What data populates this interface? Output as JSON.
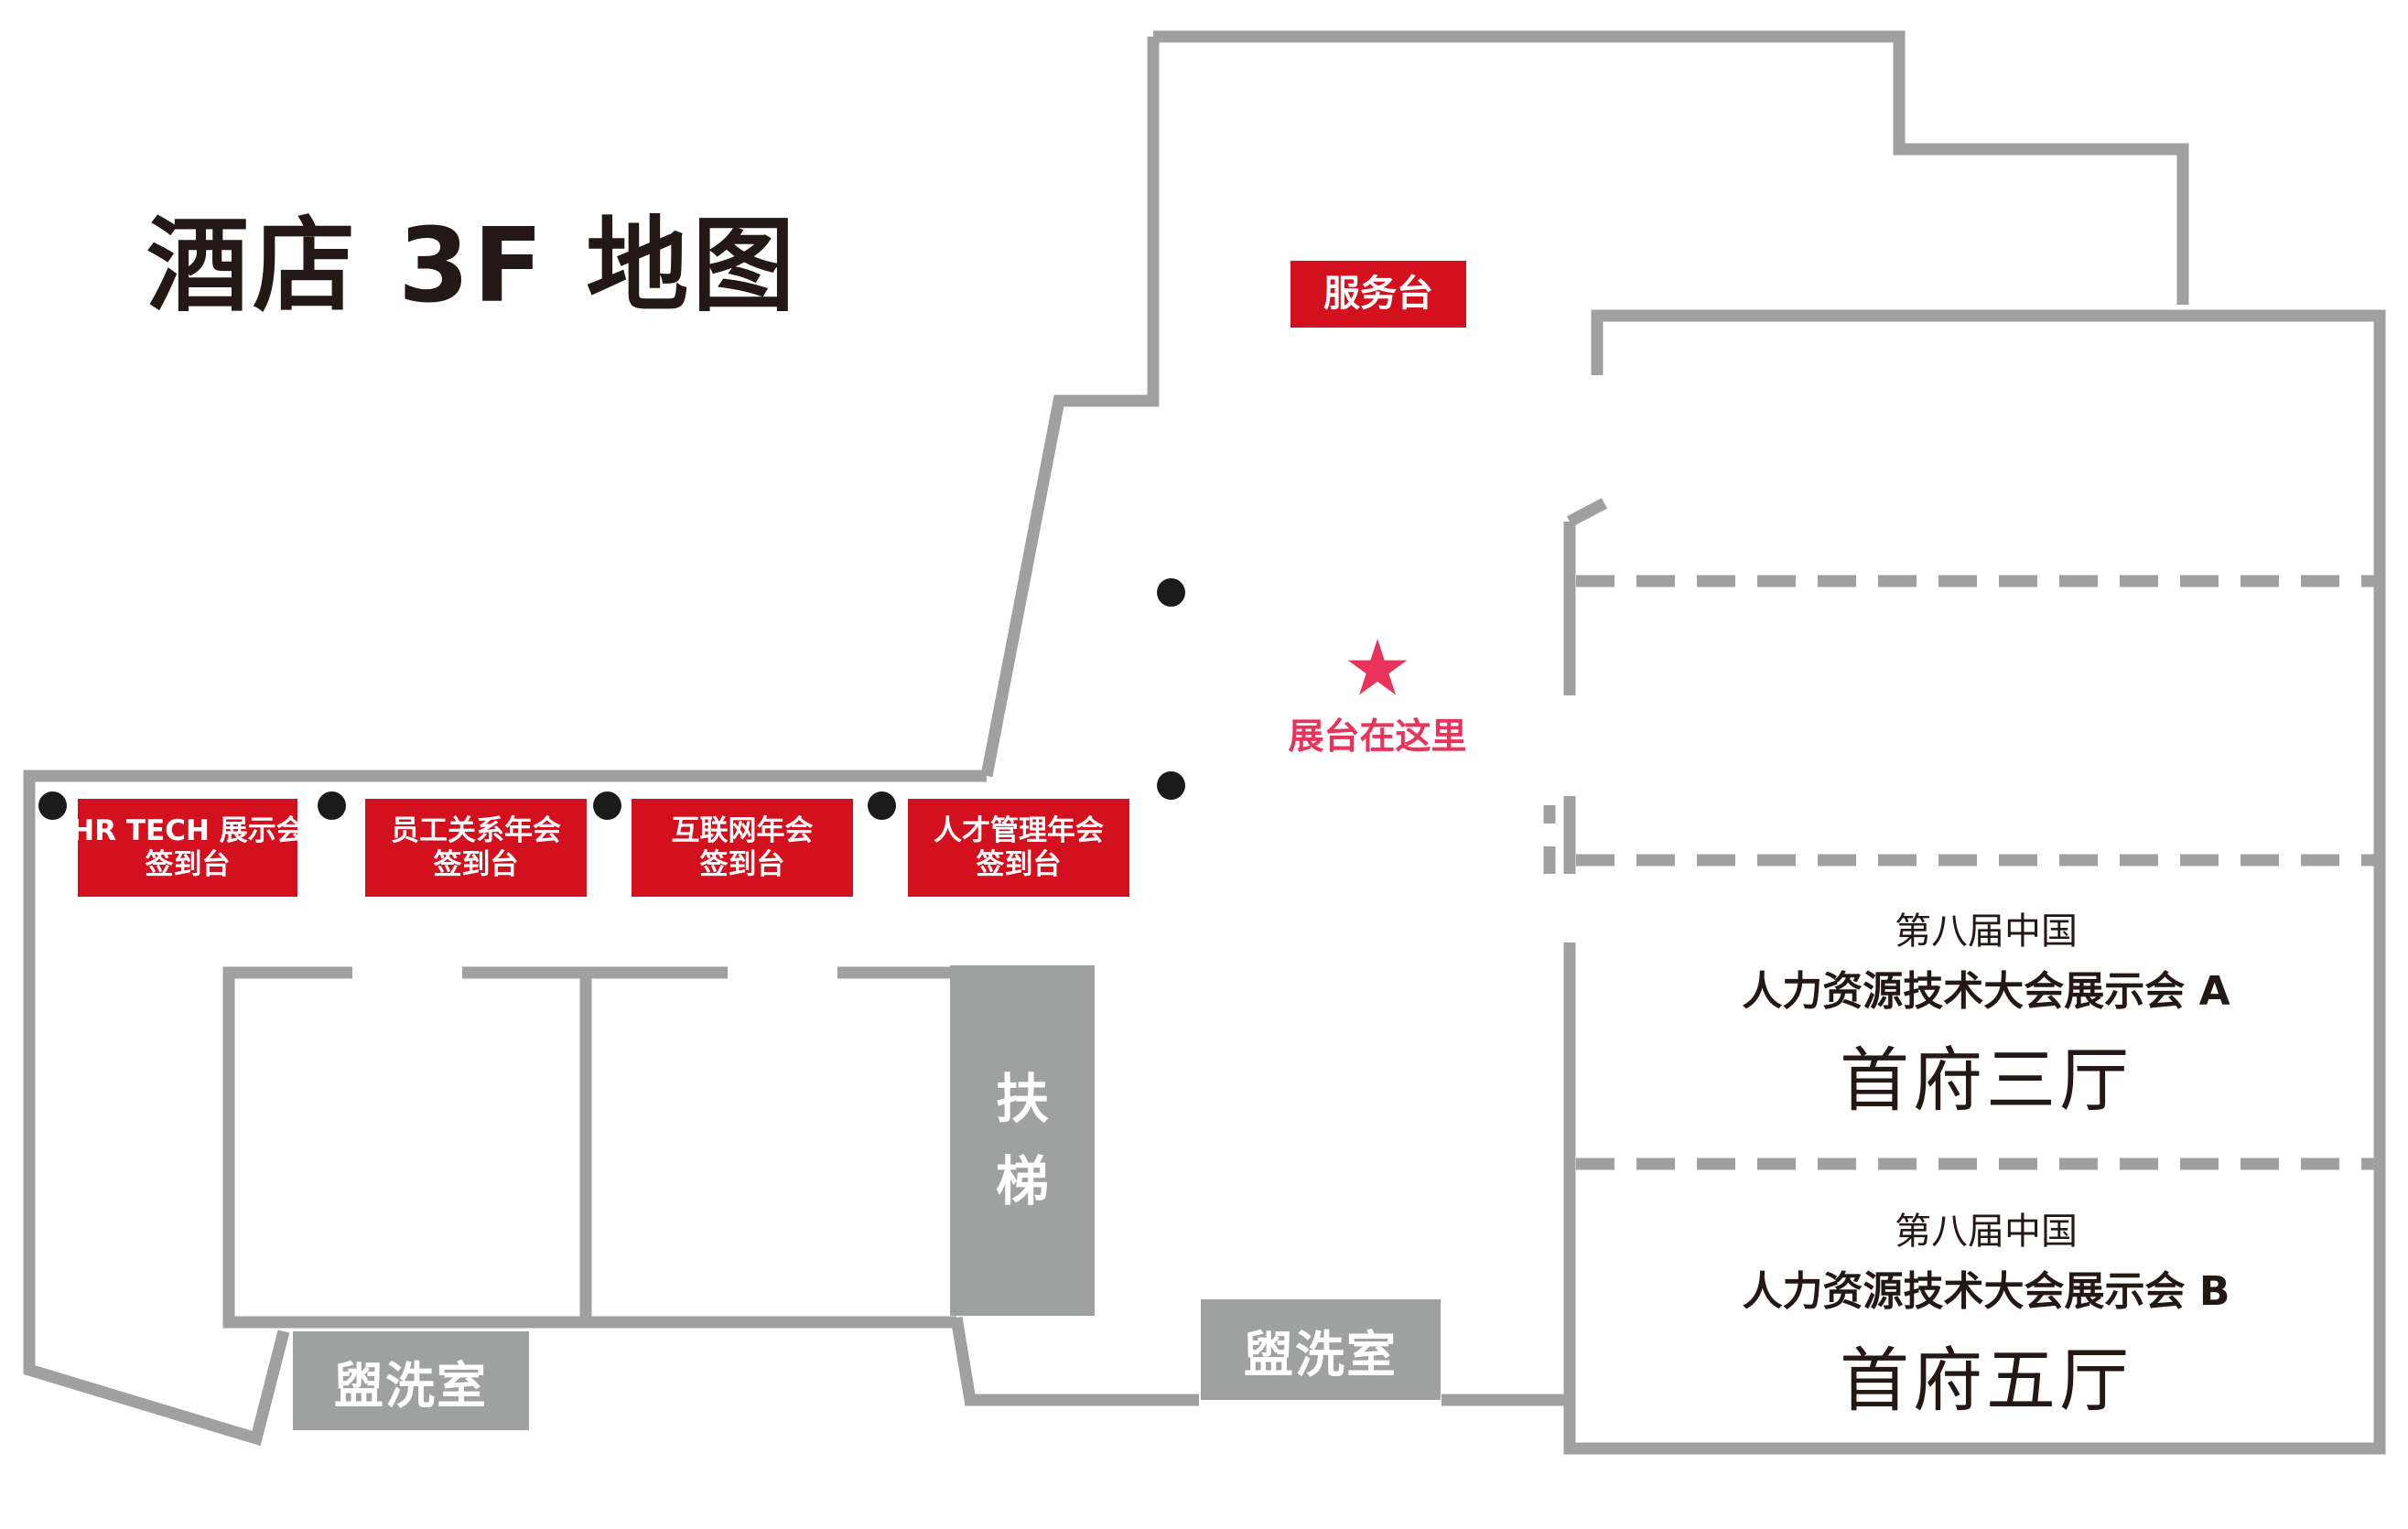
{
  "map": {
    "title": "酒店 3F 地图",
    "colors": {
      "wall": "#a0a0a0",
      "desk_red": "#d2101e",
      "marker_pink": "#e8335a",
      "gray_block": "#9fa0a0",
      "text_dark": "#231815"
    },
    "service_desk": "服务台",
    "you_are_here": {
      "icon": "star-icon",
      "label": "展台在这里"
    },
    "checkin_desks": [
      {
        "line1": "HR TECH 展示会",
        "line2": "签到台"
      },
      {
        "line1": "员工关系年会",
        "line2": "签到台"
      },
      {
        "line1": "互联网年会",
        "line2": "签到台"
      },
      {
        "line1": "人才管理年会",
        "line2": "签到台"
      }
    ],
    "escalator": {
      "char1": "扶",
      "char2": "梯"
    },
    "washrooms": [
      "盥洗室",
      "盥洗室"
    ],
    "halls": [
      {
        "edition": "第八届中国",
        "name": "人力资源技术大会展示会 A",
        "room": "首府三厅"
      },
      {
        "edition": "第八届中国",
        "name": "人力资源技术大会展示会 B",
        "room": "首府五厅"
      }
    ]
  }
}
